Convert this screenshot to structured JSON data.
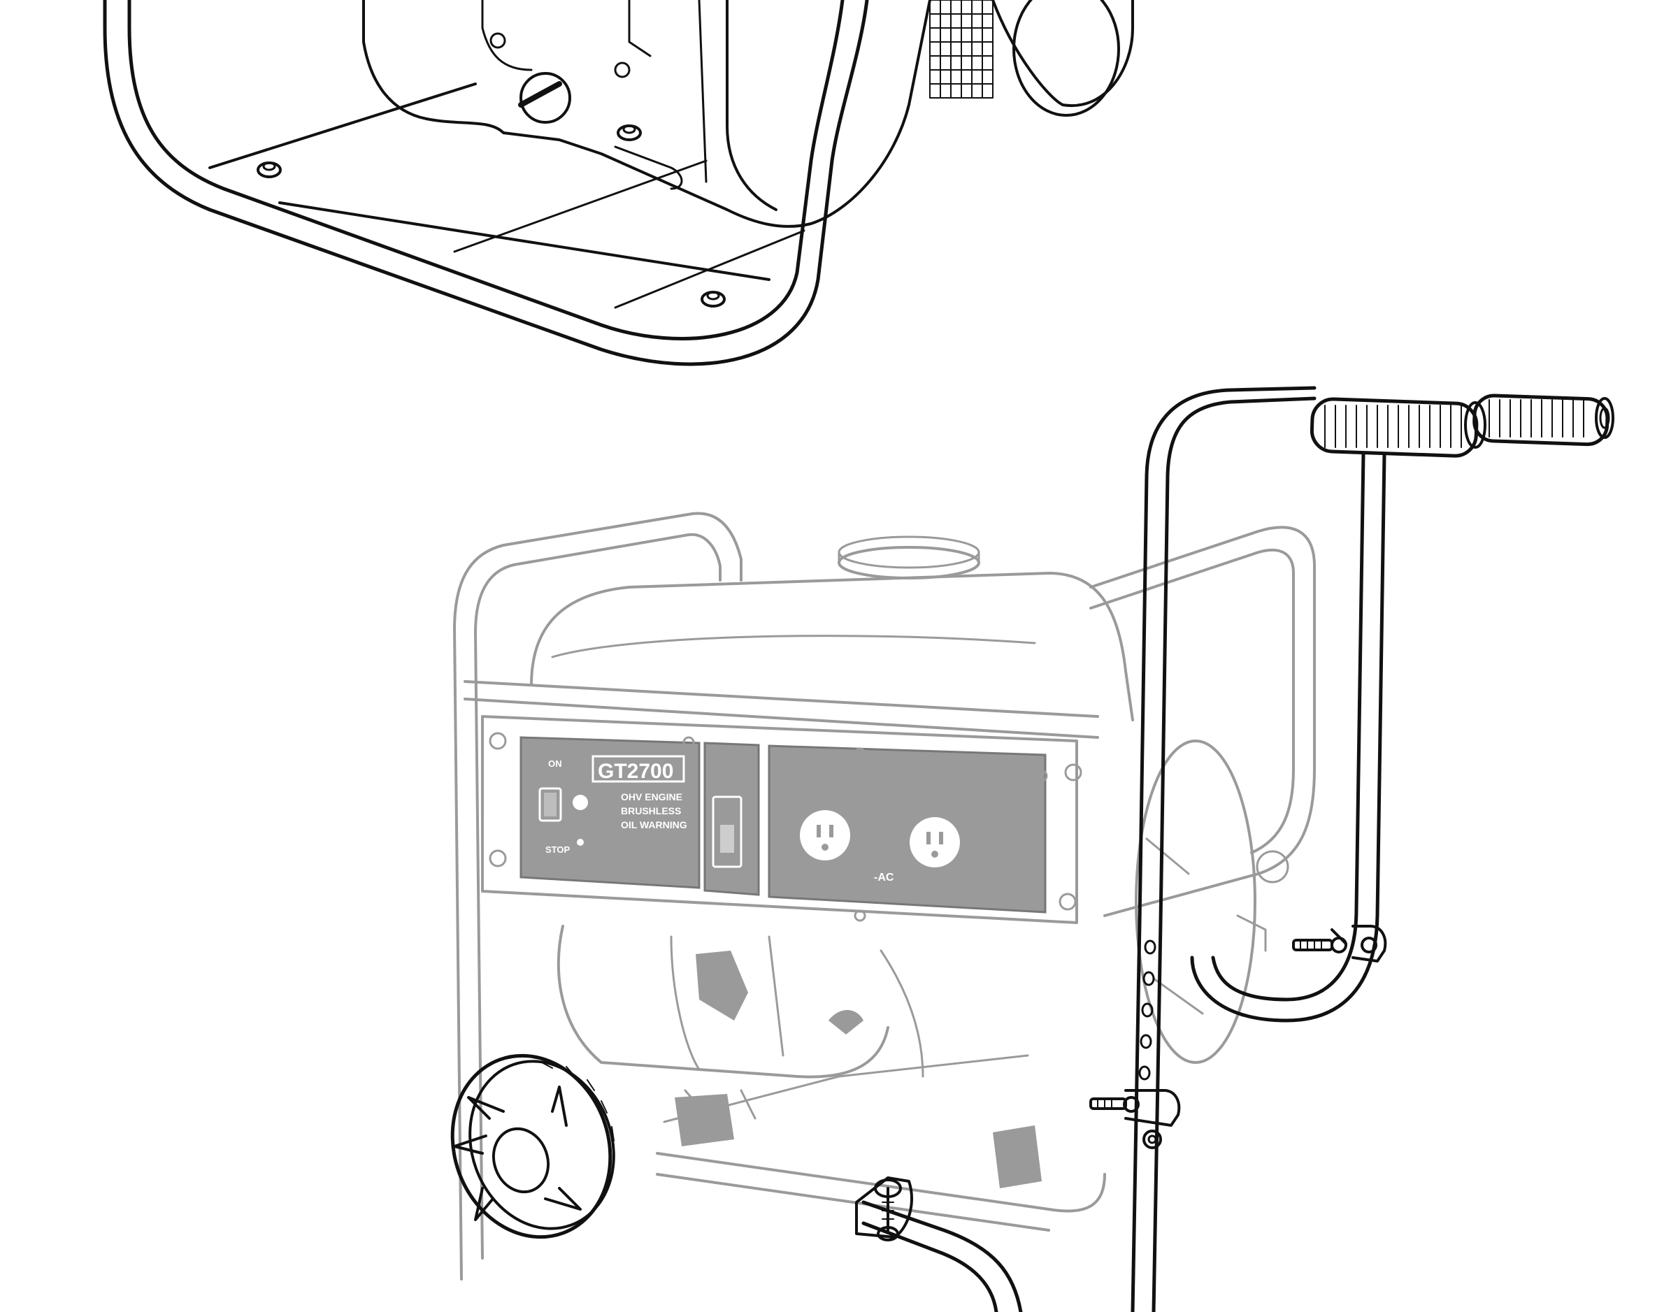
{
  "figure": {
    "colors": {
      "ink": "#111111",
      "ghost": "#9a9a9a",
      "panel": "#9a9a9a",
      "panel_text": "#ffffff",
      "background": "#ffffff"
    },
    "panel": {
      "model": "GT2700",
      "features": [
        "OHV ENGINE",
        "BRUSHLESS",
        "OIL WARNING"
      ],
      "switch_on": "ON",
      "switch_stop": "STOP",
      "outlet_label": "-AC"
    }
  }
}
